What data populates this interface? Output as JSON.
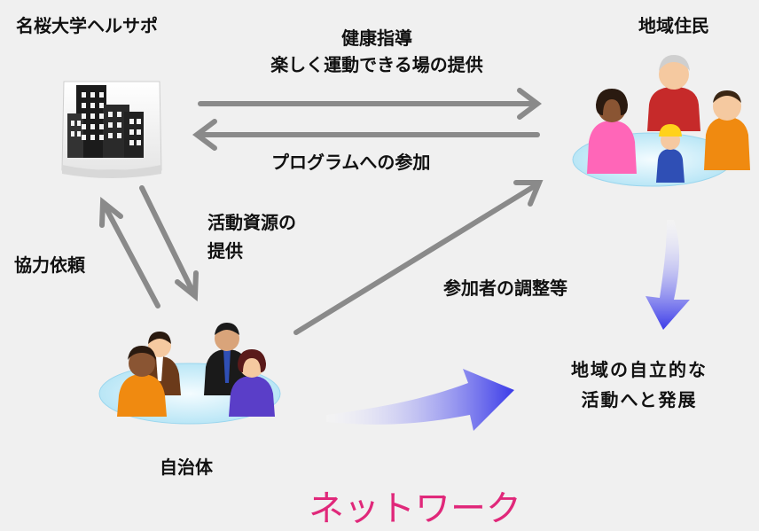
{
  "nodes": {
    "university": {
      "label": "名桜大学ヘルサポ"
    },
    "residents": {
      "label": "地域住民"
    },
    "municipality": {
      "label": "自治体"
    },
    "outcome": {
      "line1": "地域の自立的な",
      "line2": "活動へと発展"
    }
  },
  "edges": {
    "guidance": {
      "line1": "健康指導",
      "line2": "楽しく運動できる場の提供"
    },
    "participation": {
      "label": "プログラムへの参加"
    },
    "resources": {
      "line1": "活動資源の",
      "line2": "提供"
    },
    "cooperation": {
      "label": "協力依頼"
    },
    "coordination": {
      "label": "参加者の調整等"
    }
  },
  "footer": {
    "label": "ネットワーク"
  },
  "colors": {
    "arrow": "#8a8a8a",
    "accent_arrow": "#3a3ae8",
    "network_text": "#e0287a"
  },
  "icons": [
    "office-building-icon",
    "residents-group-icon",
    "officials-group-icon"
  ]
}
